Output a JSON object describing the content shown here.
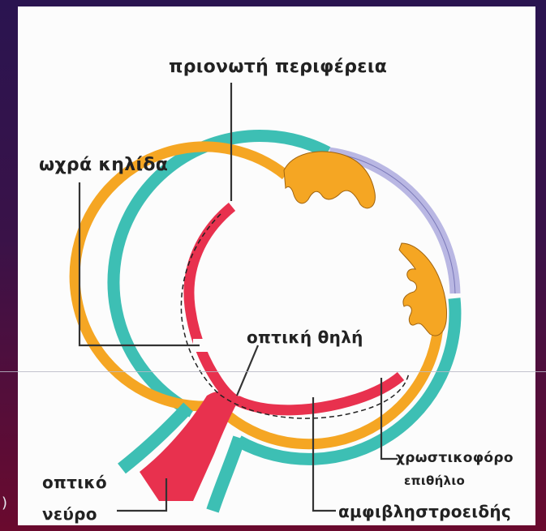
{
  "labels": {
    "ora_serrata": "πριονωτή περιφέρεια",
    "macula": "ωχρά κηλίδα",
    "optic_disc": "οπτική θηλή",
    "optic_nerve_line1": "οπτικό",
    "optic_nerve_line2": "νεύρο",
    "rpe_line1": "χρωστικοφόρο",
    "rpe_line2": "επιθήλιο",
    "choroid": "αμφιβληστροειδής"
  },
  "stray_text": ")",
  "colors": {
    "background_top": "#2a1450",
    "background_bottom": "#6a0a2e",
    "panel": "#fcfcfc",
    "sclera": "#3dbfb4",
    "cornea": "#b9b7e3",
    "choroid": "#f5a623",
    "retina": "#e8314e",
    "leader_line": "#333333"
  }
}
